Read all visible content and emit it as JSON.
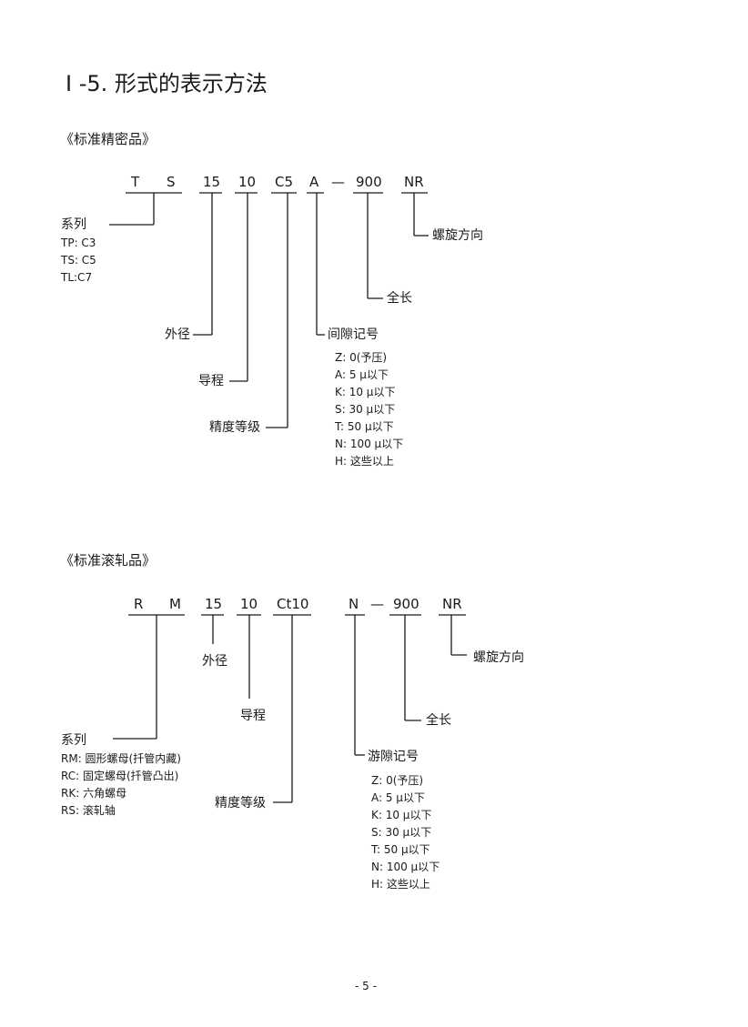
{
  "title": "Ⅰ -5. 形式的表示方法",
  "precision": {
    "heading": "《标准精密品》",
    "codes": [
      "T",
      "S",
      "15",
      "10",
      "C5",
      "A",
      "—",
      "900",
      "NR"
    ],
    "series_label": "系列",
    "series_items": [
      "TP: C3",
      "TS: C5",
      "TL:C7"
    ],
    "outer_diameter": "外径",
    "lead": "导程",
    "accuracy_grade": "精度等级",
    "clearance_label": "间隙记号",
    "clearance_items": [
      "Z: 0(予压)",
      "A: 5 μ以下",
      "K: 10 μ以下",
      "S: 30 μ以下",
      "T: 50 μ以下",
      "N: 100 μ以下",
      "H: 这些以上"
    ],
    "length": "全长",
    "thread_direction": "螺旋方向"
  },
  "rolled": {
    "heading": "《标准滚轧品》",
    "codes": [
      "R",
      "M",
      "15",
      "10",
      "Ct10",
      "N",
      "—",
      "900",
      "NR"
    ],
    "series_label": "系列",
    "series_items": [
      "RM: 圆形螺母(扦管内藏)",
      "RC: 固定螺母(扦管凸出)",
      "RK: 六角螺母",
      "RS: 滚轧轴"
    ],
    "outer_diameter": "外径",
    "lead": "导程",
    "accuracy_grade": "精度等级",
    "clearance_label": "游隙记号",
    "clearance_items": [
      "Z: 0(予压)",
      "A: 5 μ以下",
      "K: 10 μ以下",
      "S: 30 μ以下",
      "T: 50 μ以下",
      "N: 100 μ以下",
      "H: 这些以上"
    ],
    "length": "全长",
    "thread_direction": "螺旋方向"
  },
  "page_number": "- 5 -"
}
